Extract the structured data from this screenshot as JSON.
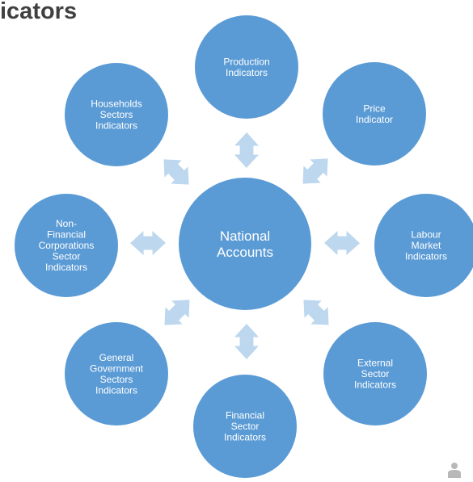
{
  "title": "icators",
  "center": {
    "label": [
      "National",
      "Accounts"
    ]
  },
  "nodes": [
    {
      "id": "production",
      "label": [
        "Production",
        "Indicators"
      ]
    },
    {
      "id": "price",
      "label": [
        "Price",
        "Indicator"
      ]
    },
    {
      "id": "labour-market",
      "label": [
        "Labour",
        "Market",
        "Indicators"
      ]
    },
    {
      "id": "external-sector",
      "label": [
        "External",
        "Sector",
        "Indicators"
      ]
    },
    {
      "id": "financial-sector",
      "label": [
        "Financial",
        "Sector",
        "Indicators"
      ]
    },
    {
      "id": "general-government",
      "label": [
        "General",
        "Government",
        "Sectors",
        "Indicators"
      ]
    },
    {
      "id": "non-financial-corporations",
      "label": [
        "Non-",
        "Financial",
        "Corporations",
        "Sector",
        "Indicators"
      ]
    },
    {
      "id": "households",
      "label": [
        "Households",
        "Sectors",
        "Indicators"
      ]
    }
  ],
  "colors": {
    "circle_fill": "#5b9bd5",
    "arrow_fill": "#bdd7ee",
    "label_text": "#ffffff",
    "title_text": "#404040"
  },
  "icons": {
    "connector": "double-headed-arrow-icon",
    "corner": "user-icon"
  }
}
